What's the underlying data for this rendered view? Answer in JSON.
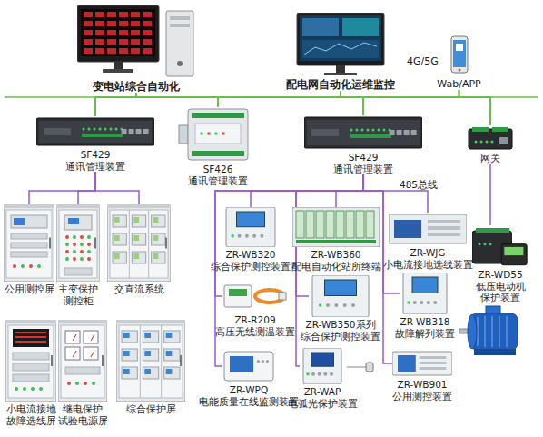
{
  "diagram": {
    "nodes": [
      {
        "text": [
          "变电站综合自动化"
        ]
      },
      {
        "text": [
          "配电网自动化运维监控"
        ]
      },
      {
        "text": [
          "Wab/APP"
        ]
      },
      {
        "text": [
          "SF429",
          "通讯管理装置"
        ]
      },
      {
        "text": [
          "SF426",
          "通讯管理装置"
        ]
      },
      {
        "text": [
          "SF429",
          "通讯管理装置"
        ]
      },
      {
        "text": [
          "网关"
        ]
      },
      {
        "text": [
          "公用测控屏"
        ]
      },
      {
        "text": [
          "主变保护 测控柜"
        ]
      },
      {
        "text": [
          "交直流系统"
        ]
      },
      {
        "text": [
          "ZR-WB320",
          "综合保护测控装置"
        ]
      },
      {
        "text": [
          "ZR-WB360",
          "配电自动化站所终端"
        ]
      },
      {
        "text": [
          "ZR-WJG",
          "小电流接地选线装置"
        ]
      },
      {
        "text": [
          "ZR-WD55",
          "低压电动机 保护装置"
        ]
      },
      {
        "text": [
          "ZR-R209",
          "高压无线测温装置"
        ]
      },
      {
        "text": [
          "ZR-WB350系列",
          "综合保护测控装置"
        ]
      },
      {
        "text": [
          "ZR-WB318",
          "故障解列装置"
        ]
      },
      {
        "text": [
          "小电流接地 故障选线屏"
        ]
      },
      {
        "text": [
          "继电保护 试验电源屏"
        ]
      },
      {
        "text": [
          "综合保护屏"
        ]
      },
      {
        "text": [
          "ZR-WPQ",
          "电能质量在线监测装置"
        ]
      },
      {
        "text": [
          "ZR-WAP",
          "电弧光保护装置"
        ]
      },
      {
        "text": [
          "ZR-WB901",
          "公用测控装置"
        ]
      }
    ],
    "edges": [
      {
        "from": 0,
        "to": 3,
        "arrow": "none"
      },
      {
        "from": 0,
        "to": 4,
        "arrow": "none"
      },
      {
        "from": 0,
        "to": 5,
        "arrow": "none"
      },
      {
        "from": 0,
        "to": 6,
        "arrow": "none"
      },
      {
        "from": 1,
        "to": 3,
        "arrow": "none"
      },
      {
        "from": 1,
        "to": 4,
        "arrow": "none"
      },
      {
        "from": 1,
        "to": 5,
        "arrow": "none"
      },
      {
        "from": 1,
        "to": 6,
        "arrow": "none"
      },
      {
        "from": 2,
        "to": 3,
        "arrow": "none"
      },
      {
        "from": 2,
        "to": 4,
        "arrow": "none"
      },
      {
        "from": 2,
        "to": 5,
        "arrow": "none"
      },
      {
        "from": 2,
        "to": 6,
        "arrow": "none"
      },
      {
        "from": 3,
        "to": 7,
        "arrow": "none"
      },
      {
        "from": 3,
        "to": 8,
        "arrow": "none"
      },
      {
        "from": 3,
        "to": 9,
        "arrow": "none"
      },
      {
        "from": 5,
        "to": 10,
        "arrow": "none"
      },
      {
        "from": 5,
        "to": 11,
        "arrow": "none"
      },
      {
        "from": 5,
        "to": 12,
        "arrow": "none"
      },
      {
        "from": 5,
        "to": 14,
        "arrow": "none"
      },
      {
        "from": 5,
        "to": 15,
        "arrow": "none"
      },
      {
        "from": 5,
        "to": 16,
        "arrow": "none"
      },
      {
        "from": 5,
        "to": 20,
        "arrow": "none"
      },
      {
        "from": 5,
        "to": 21,
        "arrow": "none"
      },
      {
        "from": 5,
        "to": 22,
        "arrow": "none"
      },
      {
        "from": 6,
        "to": 13,
        "arrow": "none"
      }
    ],
    "labels": [
      "4G/5G",
      "485总线"
    ]
  }
}
